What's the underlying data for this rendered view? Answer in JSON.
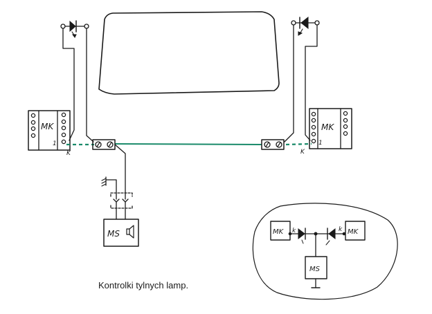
{
  "caption": "Kontrolki tylnych lamp.",
  "labels": {
    "mk": "MK",
    "ms": "MS",
    "k": "K",
    "k_small": "k",
    "pin1": "1"
  },
  "colors": {
    "ink": "#1a1a1a",
    "wire_green": "#1a8a6a",
    "background": "#ffffff"
  },
  "components": {
    "main_left_module": "MK",
    "main_right_module": "MK",
    "signal_module": "MS",
    "signal_icon": "speaker-icon",
    "lamp_left": "led-icon",
    "lamp_right": "led-icon",
    "inset_left_module": "MK",
    "inset_right_module": "MK",
    "inset_signal_module": "MS"
  }
}
